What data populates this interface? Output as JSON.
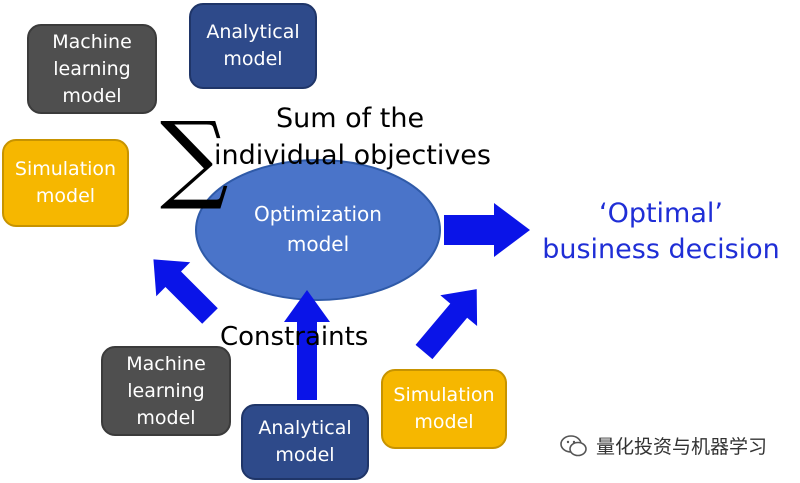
{
  "top_sources": {
    "machine_learning": "Machine\nlearning\nmodel",
    "analytical": "Analytical\nmodel",
    "simulation": "Simulation\nmodel"
  },
  "objective": {
    "symbol": "∑",
    "label_line1": "Sum of the",
    "label_line2": "individual objectives"
  },
  "core": {
    "label": "Optimization\nmodel"
  },
  "outcome": {
    "line1": "‘Optimal’",
    "line2": "business decision"
  },
  "constraints": {
    "label": "Constraints",
    "machine_learning": "Machine\nlearning\nmodel",
    "analytical": "Analytical\nmodel",
    "simulation": "Simulation\nmodel"
  },
  "watermark": {
    "text": "量化投资与机器学习",
    "icon": "wechat-icon"
  },
  "colors": {
    "grey": "#4f4f4f",
    "navy": "#2e4a8a",
    "gold": "#f6b700",
    "ellipse": "#4a74c9",
    "arrow": "#0a14e8",
    "outcome_text": "#1f2ed6"
  }
}
